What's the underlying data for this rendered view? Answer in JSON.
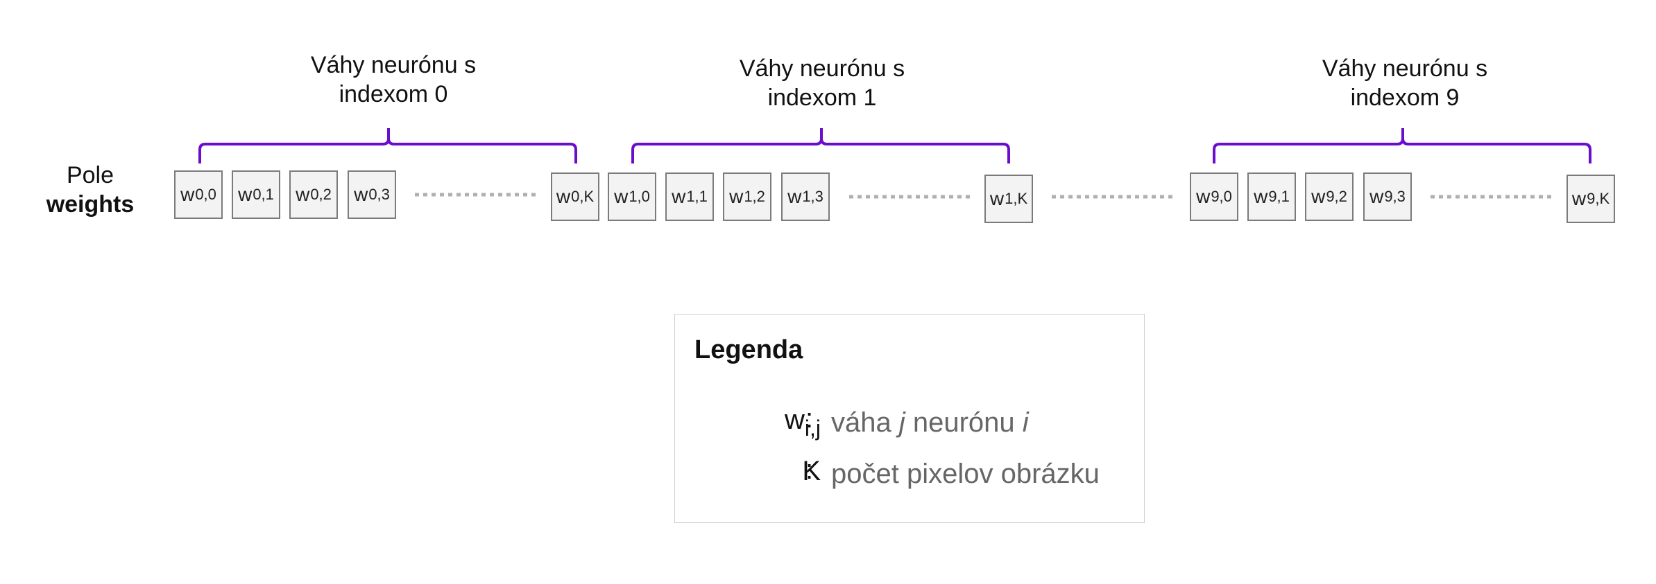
{
  "row_label": {
    "line1": "Pole",
    "line2": "weights"
  },
  "groups": [
    {
      "line1": "Váhy neurónu s",
      "line2": "indexom 0"
    },
    {
      "line1": "Váhy neurónu s",
      "line2": "indexom 1"
    },
    {
      "line1": "Váhy neurónu s",
      "line2": "indexom 9"
    }
  ],
  "cells": [
    {
      "base": "w",
      "sub": "0,0"
    },
    {
      "base": "w",
      "sub": "0,1"
    },
    {
      "base": "w",
      "sub": "0,2"
    },
    {
      "base": "w",
      "sub": "0,3"
    },
    {
      "base": "w",
      "sub": "0,K"
    },
    {
      "base": "w",
      "sub": "1,0"
    },
    {
      "base": "w",
      "sub": "1,1"
    },
    {
      "base": "w",
      "sub": "1,2"
    },
    {
      "base": "w",
      "sub": "1,3"
    },
    {
      "base": "w",
      "sub": "1,K"
    },
    {
      "base": "w",
      "sub": "9,0"
    },
    {
      "base": "w",
      "sub": "9,1"
    },
    {
      "base": "w",
      "sub": "9,2"
    },
    {
      "base": "w",
      "sub": "9,3"
    },
    {
      "base": "w",
      "sub": "9,K"
    }
  ],
  "legend": {
    "title": "Legenda",
    "entries": [
      {
        "symbol_base": "w",
        "symbol_sub": "i,j",
        "colon": ":",
        "desc_a": "váha ",
        "desc_b": "j",
        "desc_c": " neurónu ",
        "desc_d": "i"
      },
      {
        "symbol_base": "K",
        "symbol_sub": "",
        "colon": ":",
        "desc_a": "počet pixelov obrázku",
        "desc_b": "",
        "desc_c": "",
        "desc_d": ""
      }
    ]
  },
  "colors": {
    "brace": "#6a0dcc",
    "cell_border": "#7b7b7b",
    "cell_fill": "#f3f3f3",
    "dots": "#b0b0b0",
    "legend_text": "#666666"
  }
}
